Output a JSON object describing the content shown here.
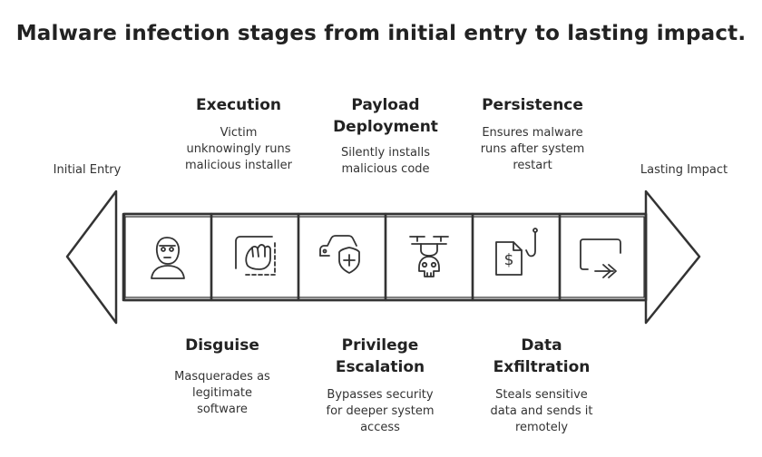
{
  "title": "Malware infection stages from initial entry to lasting impact.",
  "ends": {
    "start": "Initial Entry",
    "end": "Lasting Impact"
  },
  "stages_top": [
    {
      "title": "Execution",
      "description": "Victim\nunknowingly runs\nmalicious installer"
    },
    {
      "title": "Payload\nDeployment",
      "description": "Silently installs\nmalicious code"
    },
    {
      "title": "Persistence",
      "description": "Ensures malware\nruns after system\nrestart"
    }
  ],
  "stages_bottom": [
    {
      "title": "Disguise",
      "description": "Masquerades as\nlegitimate\nsoftware"
    },
    {
      "title": "Privilege\nEscalation",
      "description": "Bypasses security\nfor deeper system\naccess"
    },
    {
      "title": "Data\nExfiltration",
      "description": "Steals sensitive\ndata and sends it\nremotely"
    }
  ],
  "icons": [
    "hacker-mask-icon",
    "hand-grab-icon",
    "car-shield-icon",
    "drone-skull-icon",
    "invoice-hook-icon",
    "exit-arrow-icon"
  ],
  "colors": {
    "stroke": "#333333",
    "text": "#222222",
    "background": "#ffffff"
  }
}
